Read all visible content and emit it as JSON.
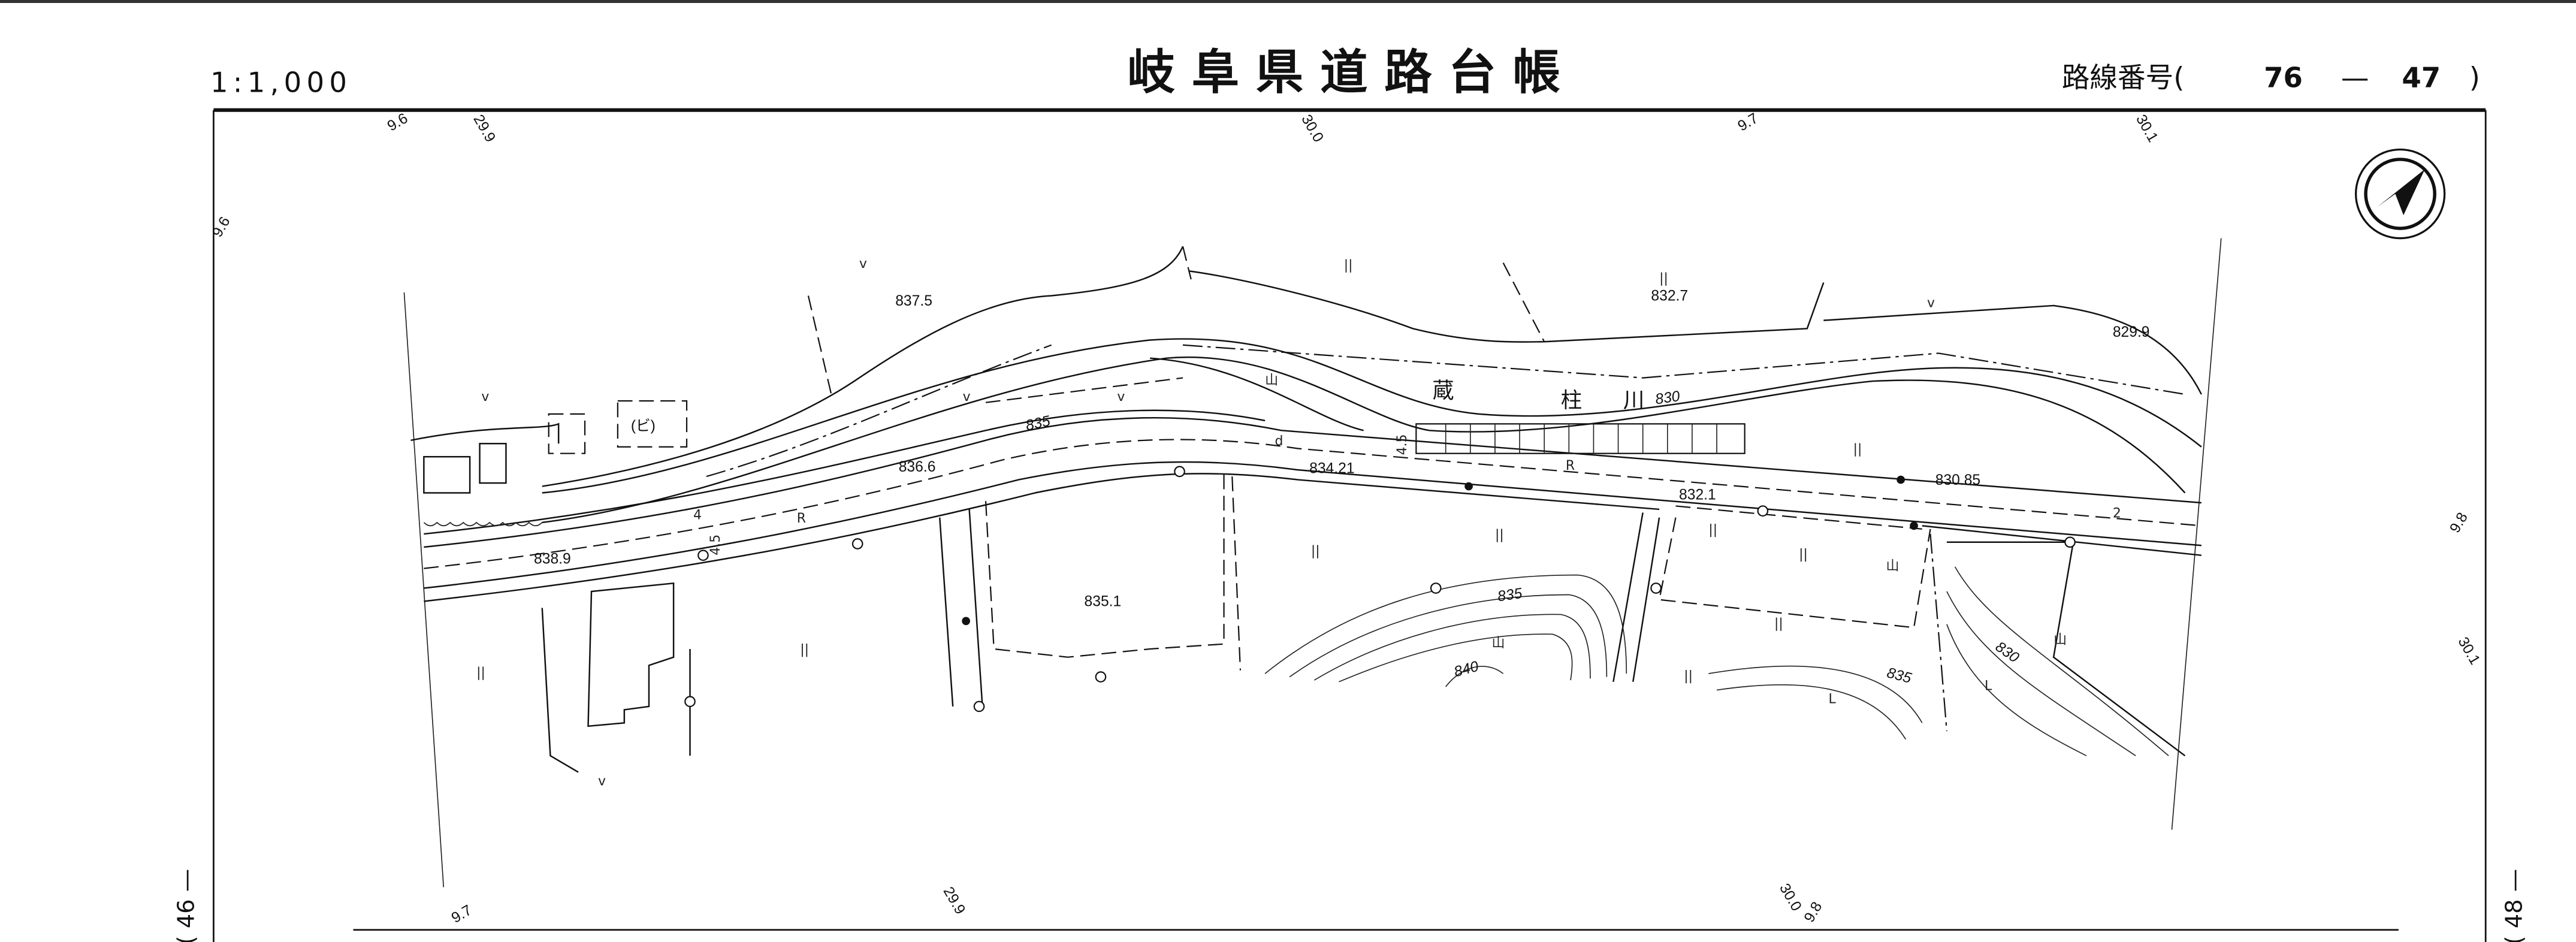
{
  "header": {
    "scale": "1:1,000",
    "title": "岐 阜 県 道 路 台 帳",
    "route_label": "路線番号(",
    "route_a": "76",
    "route_sep": "—",
    "route_b": "47",
    "route_close": ")"
  },
  "margins": {
    "left_sheet": "( 46 —",
    "right_sheet": "( 48 —"
  },
  "chainage": [
    "9.6",
    "29.9",
    "30.0",
    "9.7",
    "30.1",
    "9.6",
    "9.8",
    "30.1",
    "9.7",
    "29.9",
    "30.0",
    "9.8"
  ],
  "elevations": [
    "837.5",
    "832.7",
    "829.9",
    "836.6",
    "834.21",
    "832.1",
    "830.85",
    "838.9",
    "835.1"
  ],
  "contours": [
    "835",
    "835",
    "835",
    "840",
    "830",
    "830"
  ],
  "river": {
    "c1": "蔵",
    "c2": "柱",
    "c3": "川"
  },
  "building_label": "(ビ)",
  "road_marks": {
    "r1": "R",
    "r2": "R",
    "d": "d",
    "n4": "4",
    "n2": "2",
    "w1": "4.5",
    "w2": "4.5"
  },
  "symbols": {
    "paddy": "||",
    "field": "v",
    "forest": "山",
    "waste": "L"
  }
}
